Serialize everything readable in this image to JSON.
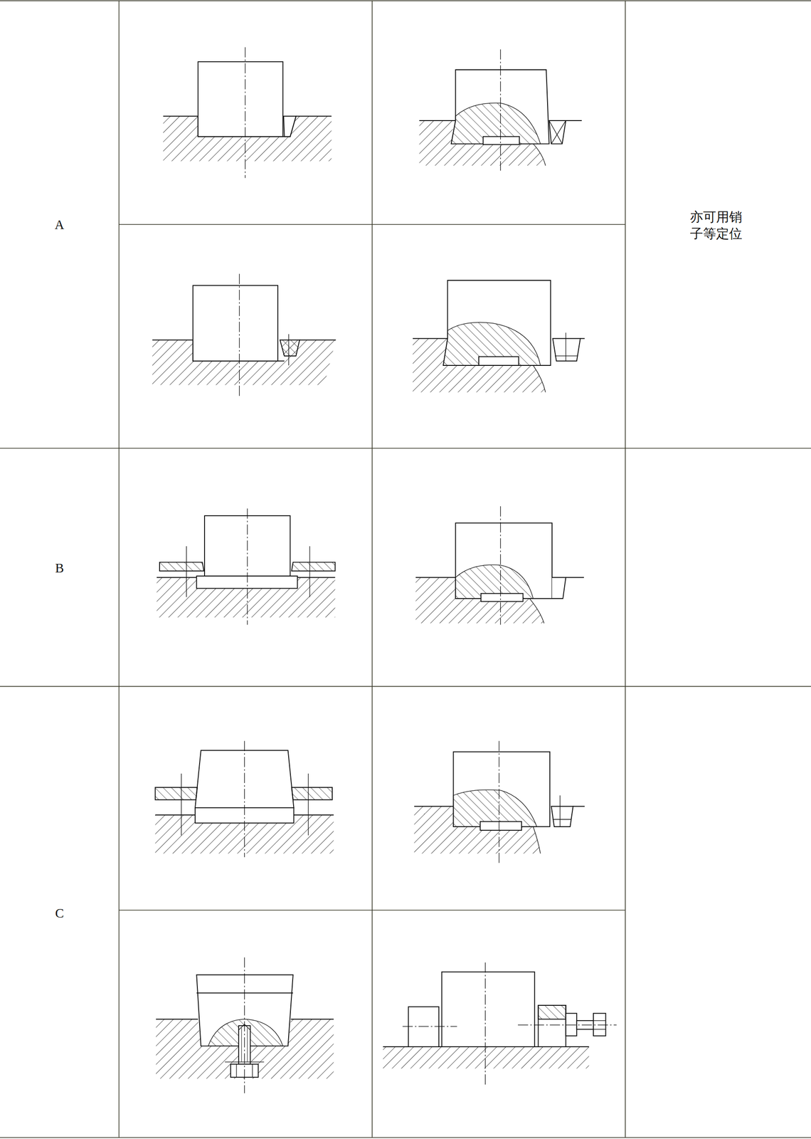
{
  "diagram": {
    "labels": [
      "A",
      "B",
      "C",
      "亦可用销子等定位"
    ]
  }
}
